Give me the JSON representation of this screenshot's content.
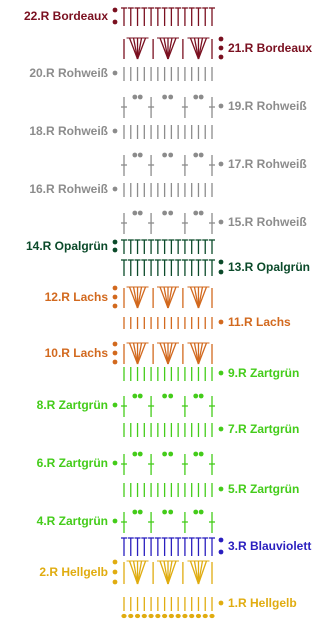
{
  "colors": {
    "bordeaux": "#7a1020",
    "rohweiss": "#8c8c8c",
    "opalgruen": "#0b4a2a",
    "lachs": "#d2691e",
    "zartgruen": "#44cc1a",
    "blauviolett": "#2a1fbf",
    "hellgelb": "#e0ac10"
  },
  "rows": [
    {
      "label": "22.R Bordeaux",
      "color_key": "bordeaux",
      "side": "left",
      "stitch": "hdc"
    },
    {
      "label": "21.R Bordeaux",
      "color_key": "bordeaux",
      "side": "right",
      "stitch": "fan"
    },
    {
      "label": "20.R Rohweiß",
      "color_key": "rohweiss",
      "side": "left",
      "stitch": "sc"
    },
    {
      "label": "19.R Rohweiß",
      "color_key": "rohweiss",
      "side": "right",
      "stitch": "picot"
    },
    {
      "label": "18.R Rohweiß",
      "color_key": "rohweiss",
      "side": "left",
      "stitch": "sc"
    },
    {
      "label": "17.R Rohweiß",
      "color_key": "rohweiss",
      "side": "right",
      "stitch": "picot"
    },
    {
      "label": "16.R Rohweiß",
      "color_key": "rohweiss",
      "side": "left",
      "stitch": "sc"
    },
    {
      "label": "15.R Rohweiß",
      "color_key": "rohweiss",
      "side": "right",
      "stitch": "picot"
    },
    {
      "label": "14.R Opalgrün",
      "color_key": "opalgruen",
      "side": "left",
      "stitch": "hdc"
    },
    {
      "label": "13.R Opalgrün",
      "color_key": "opalgruen",
      "side": "right",
      "stitch": "hdc"
    },
    {
      "label": "12.R Lachs",
      "color_key": "lachs",
      "side": "left",
      "stitch": "fan"
    },
    {
      "label": "11.R Lachs",
      "color_key": "lachs",
      "side": "right",
      "stitch": "sc"
    },
    {
      "label": "10.R Lachs",
      "color_key": "lachs",
      "side": "left",
      "stitch": "fan"
    },
    {
      "label": "9.R Zartgrün",
      "color_key": "zartgruen",
      "side": "right",
      "stitch": "sc"
    },
    {
      "label": "8.R Zartgrün",
      "color_key": "zartgruen",
      "side": "left",
      "stitch": "picot"
    },
    {
      "label": "7.R Zartgrün",
      "color_key": "zartgruen",
      "side": "right",
      "stitch": "sc"
    },
    {
      "label": "6.R Zartgrün",
      "color_key": "zartgruen",
      "side": "left",
      "stitch": "picot"
    },
    {
      "label": "5.R Zartgrün",
      "color_key": "zartgruen",
      "side": "right",
      "stitch": "sc"
    },
    {
      "label": "4.R Zartgrün",
      "color_key": "zartgruen",
      "side": "left",
      "stitch": "picot"
    },
    {
      "label": "3.R Blauviolett",
      "color_key": "blauviolett",
      "side": "right",
      "stitch": "hdc"
    },
    {
      "label": "2.R Hellgelb",
      "color_key": "hellgelb",
      "side": "left",
      "stitch": "fan"
    },
    {
      "label": "1.R Hellgelb",
      "color_key": "hellgelb",
      "side": "right",
      "stitch": "sc"
    }
  ],
  "foundation": {
    "color_key": "hellgelb",
    "chains": 14
  }
}
